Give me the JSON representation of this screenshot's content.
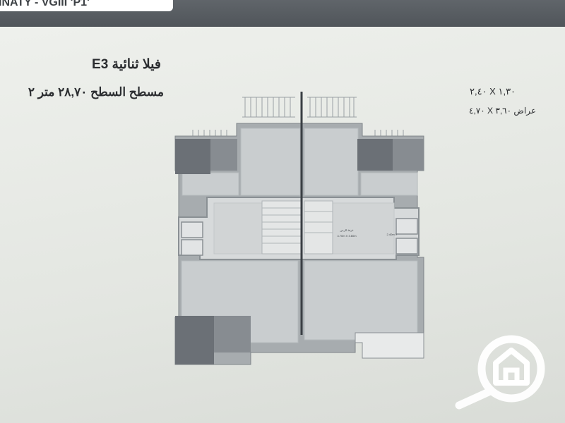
{
  "header": {
    "title": "INATY - VGIII 'P1'"
  },
  "spec": {
    "villa_type": "فيلا ثنائية",
    "villa_code": "E3",
    "roof_area": "مسطح السطح ٢٨,٧٠ متر ٢",
    "dim_1": "٢,٤٠ X ١,٣٠",
    "dim_2": "عراض ٣,٦٠ X ٤,٧٠"
  },
  "plan": {
    "room_label": "غرفة الرمن",
    "room_dims": "4.70m X 3.60m",
    "small_room_dims": "2.40m X"
  },
  "colors": {
    "wall": "#9fa4a8",
    "floor": "#cfd3d3",
    "dark_block": "#6b7076",
    "center_line": "#3a3f44",
    "watermark": "#ffffff"
  },
  "icons": {
    "watermark": "home-search-logo-icon"
  }
}
